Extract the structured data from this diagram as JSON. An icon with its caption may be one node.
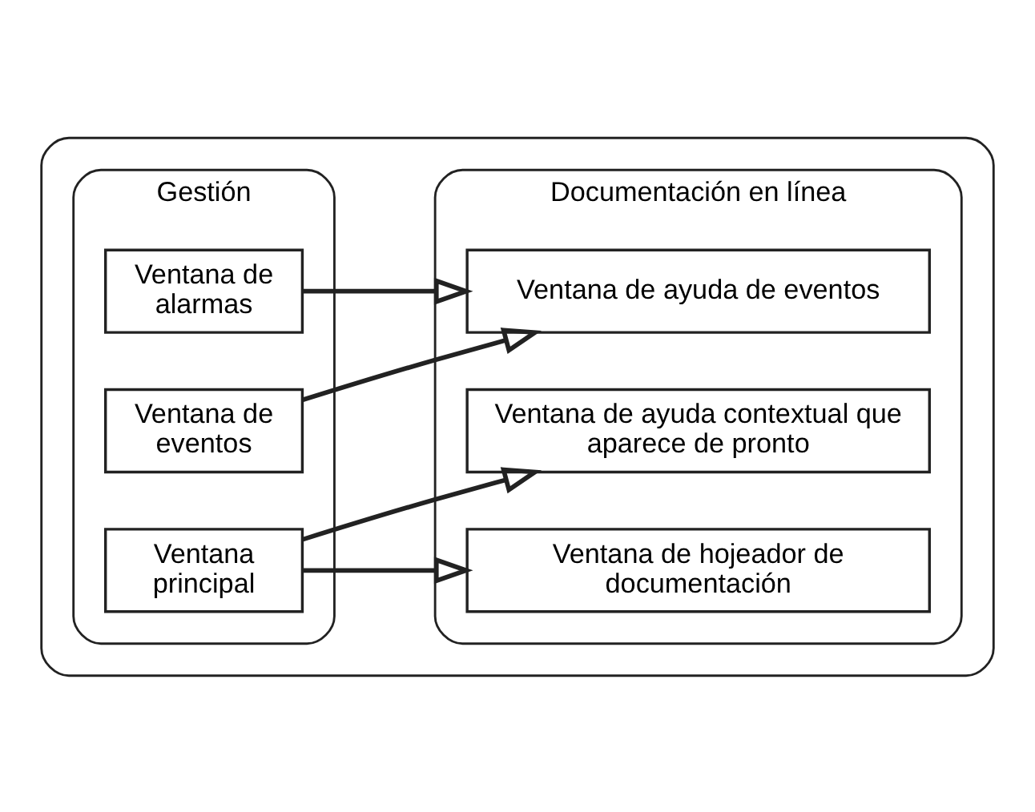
{
  "diagram": {
    "nodes": [
      {
        "text": [],
        "shape": "box"
      },
      {
        "text": [
          "Gestión"
        ],
        "in": 0
      },
      {
        "text": [
          "Ventana de alarmas"
        ],
        "in": 1
      },
      {
        "text": [
          "Ventana de eventos"
        ],
        "in": 1
      },
      {
        "text": [
          "Ventana principal"
        ],
        "in": 1
      },
      {
        "text": [
          "Documentación en línea"
        ],
        "in": 0
      },
      {
        "text": [
          "Ventana de ayuda de eventos"
        ],
        "in": 5
      },
      {
        "text": [
          "Ventana de ayuda contextual que aparece de pronto"
        ],
        "in": 5
      },
      {
        "text": [
          "Ventana de hojeador de documentación"
        ],
        "in": 5
      }
    ],
    "edges": [
      {
        "from": 2,
        "to": 6,
        "arrow": "to"
      },
      {
        "from": 3,
        "to": 6,
        "arrow": "to"
      },
      {
        "from": 4,
        "to": 7,
        "arrow": "to"
      },
      {
        "from": 4,
        "to": 8,
        "arrow": "to"
      }
    ]
  }
}
